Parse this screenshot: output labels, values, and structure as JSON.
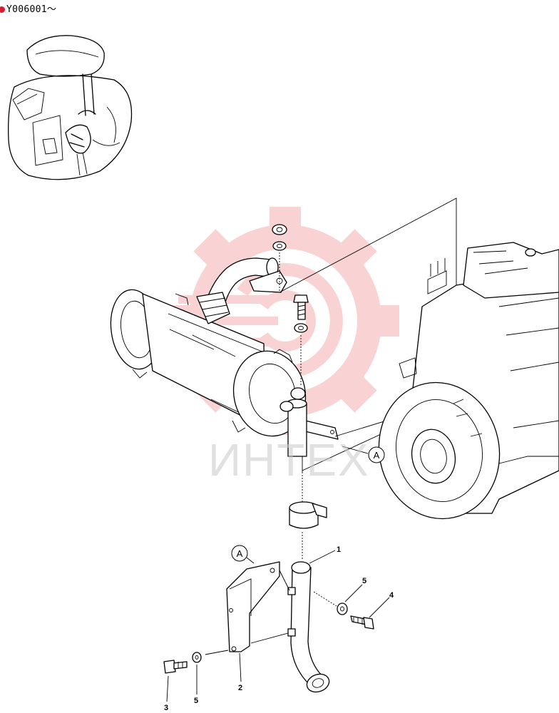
{
  "header": {
    "serial_range": "Y006001～"
  },
  "watermark": {
    "text": "ИНТЕХ",
    "color": "#f08080"
  },
  "callouts": {
    "ref_a_upper": "A",
    "ref_a_lower": "A",
    "part_1": "1",
    "part_2": "2",
    "part_3": "3",
    "part_4": "4",
    "part_5_right": "5",
    "part_5_left": "5"
  },
  "icons": {
    "marker": "red-dot-icon",
    "watermark_logo": "gear-logo-icon"
  }
}
